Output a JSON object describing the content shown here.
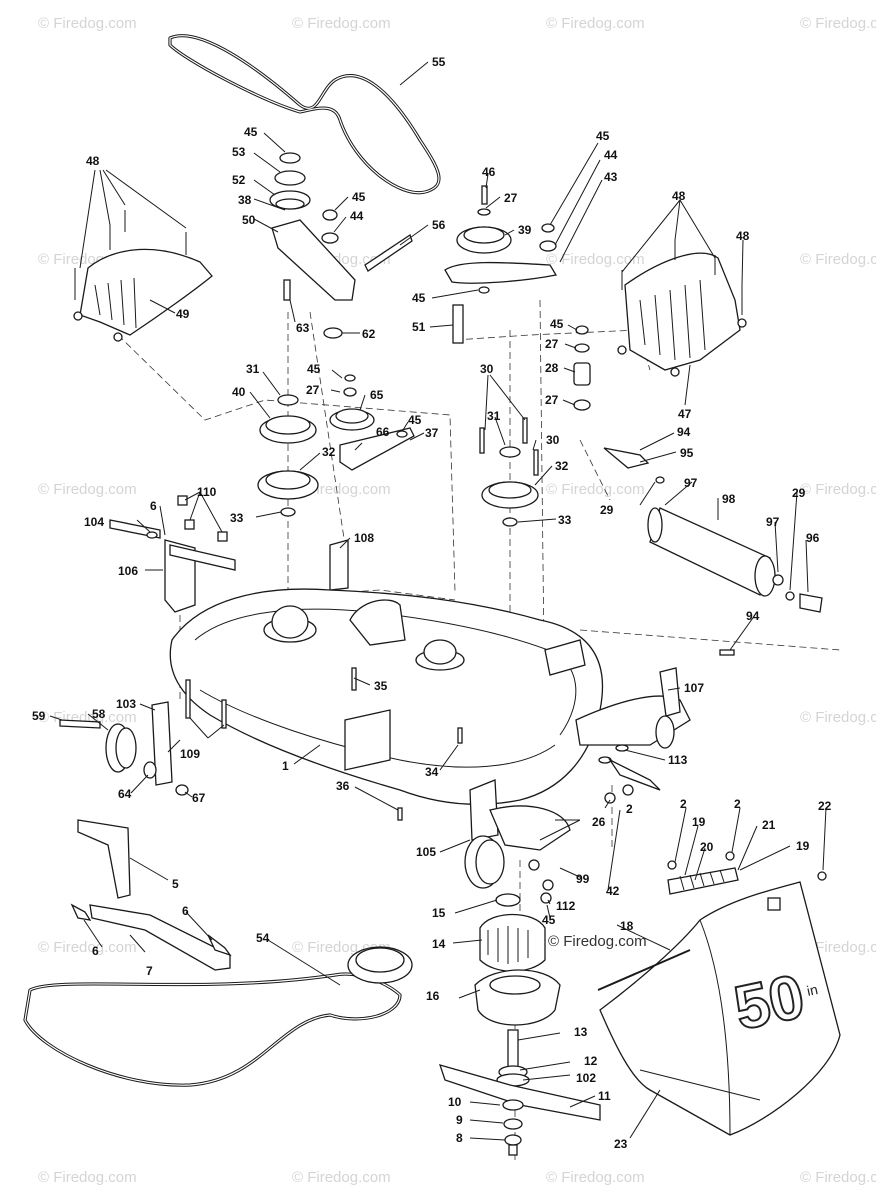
{
  "watermark": "© Firedog.com",
  "watermark_center": "© Firedog.com",
  "bag_decal": {
    "number": "50",
    "suffix": "in"
  },
  "callouts": [
    {
      "id": "c55",
      "label": "55"
    },
    {
      "id": "c48a",
      "label": "48"
    },
    {
      "id": "c45a",
      "label": "45"
    },
    {
      "id": "c53",
      "label": "53"
    },
    {
      "id": "c52",
      "label": "52"
    },
    {
      "id": "c38",
      "label": "38"
    },
    {
      "id": "c50",
      "label": "50"
    },
    {
      "id": "c45b",
      "label": "45"
    },
    {
      "id": "c44a",
      "label": "44"
    },
    {
      "id": "c56",
      "label": "56"
    },
    {
      "id": "c63",
      "label": "63"
    },
    {
      "id": "c62",
      "label": "62"
    },
    {
      "id": "c49",
      "label": "49"
    },
    {
      "id": "c46",
      "label": "46"
    },
    {
      "id": "c27a",
      "label": "27"
    },
    {
      "id": "c39",
      "label": "39"
    },
    {
      "id": "c45c",
      "label": "45"
    },
    {
      "id": "c44b",
      "label": "44"
    },
    {
      "id": "c43",
      "label": "43"
    },
    {
      "id": "c45d",
      "label": "45"
    },
    {
      "id": "c51",
      "label": "51"
    },
    {
      "id": "c48b",
      "label": "48"
    },
    {
      "id": "c48c",
      "label": "48"
    },
    {
      "id": "c47",
      "label": "47"
    },
    {
      "id": "c45e",
      "label": "45"
    },
    {
      "id": "c27b",
      "label": "27"
    },
    {
      "id": "c28",
      "label": "28"
    },
    {
      "id": "c27c",
      "label": "27"
    },
    {
      "id": "c31a",
      "label": "31"
    },
    {
      "id": "c45f",
      "label": "45"
    },
    {
      "id": "c27d",
      "label": "27"
    },
    {
      "id": "c40",
      "label": "40"
    },
    {
      "id": "c65",
      "label": "65"
    },
    {
      "id": "c45g",
      "label": "45"
    },
    {
      "id": "c66",
      "label": "66"
    },
    {
      "id": "c37",
      "label": "37"
    },
    {
      "id": "c32a",
      "label": "32"
    },
    {
      "id": "c33a",
      "label": "33"
    },
    {
      "id": "c30a",
      "label": "30"
    },
    {
      "id": "c31b",
      "label": "31"
    },
    {
      "id": "c30b",
      "label": "30"
    },
    {
      "id": "c32b",
      "label": "32"
    },
    {
      "id": "c33b",
      "label": "33"
    },
    {
      "id": "c94a",
      "label": "94"
    },
    {
      "id": "c95",
      "label": "95"
    },
    {
      "id": "c29a",
      "label": "29"
    },
    {
      "id": "c97a",
      "label": "97"
    },
    {
      "id": "c98",
      "label": "98"
    },
    {
      "id": "c29b",
      "label": "29"
    },
    {
      "id": "c97b",
      "label": "97"
    },
    {
      "id": "c96",
      "label": "96"
    },
    {
      "id": "c110",
      "label": "110"
    },
    {
      "id": "c6a",
      "label": "6"
    },
    {
      "id": "c104",
      "label": "104"
    },
    {
      "id": "c106",
      "label": "106"
    },
    {
      "id": "c108",
      "label": "108"
    },
    {
      "id": "c94b",
      "label": "94"
    },
    {
      "id": "c35",
      "label": "35"
    },
    {
      "id": "c107",
      "label": "107"
    },
    {
      "id": "c59",
      "label": "59"
    },
    {
      "id": "c58",
      "label": "58"
    },
    {
      "id": "c103",
      "label": "103"
    },
    {
      "id": "c109",
      "label": "109"
    },
    {
      "id": "c1",
      "label": "1"
    },
    {
      "id": "c64",
      "label": "64"
    },
    {
      "id": "c67",
      "label": "67"
    },
    {
      "id": "c34",
      "label": "34"
    },
    {
      "id": "c113",
      "label": "113"
    },
    {
      "id": "c36",
      "label": "36"
    },
    {
      "id": "c2a",
      "label": "2"
    },
    {
      "id": "c26",
      "label": "26"
    },
    {
      "id": "c105",
      "label": "105"
    },
    {
      "id": "c99",
      "label": "99"
    },
    {
      "id": "c42",
      "label": "42"
    },
    {
      "id": "c2b",
      "label": "2"
    },
    {
      "id": "c19a",
      "label": "19"
    },
    {
      "id": "c2c",
      "label": "2"
    },
    {
      "id": "c21",
      "label": "21"
    },
    {
      "id": "c22",
      "label": "22"
    },
    {
      "id": "c20",
      "label": "20"
    },
    {
      "id": "c19b",
      "label": "19"
    },
    {
      "id": "c5",
      "label": "5"
    },
    {
      "id": "c15",
      "label": "15"
    },
    {
      "id": "c112",
      "label": "112"
    },
    {
      "id": "c45h",
      "label": "45"
    },
    {
      "id": "c6b",
      "label": "6"
    },
    {
      "id": "c54",
      "label": "54"
    },
    {
      "id": "c6c",
      "label": "6"
    },
    {
      "id": "c7",
      "label": "7"
    },
    {
      "id": "c14",
      "label": "14"
    },
    {
      "id": "c18",
      "label": "18"
    },
    {
      "id": "c16",
      "label": "16"
    },
    {
      "id": "c13",
      "label": "13"
    },
    {
      "id": "c12",
      "label": "12"
    },
    {
      "id": "c102",
      "label": "102"
    },
    {
      "id": "c10",
      "label": "10"
    },
    {
      "id": "c11",
      "label": "11"
    },
    {
      "id": "c9",
      "label": "9"
    },
    {
      "id": "c8",
      "label": "8"
    },
    {
      "id": "c23",
      "label": "23"
    }
  ]
}
